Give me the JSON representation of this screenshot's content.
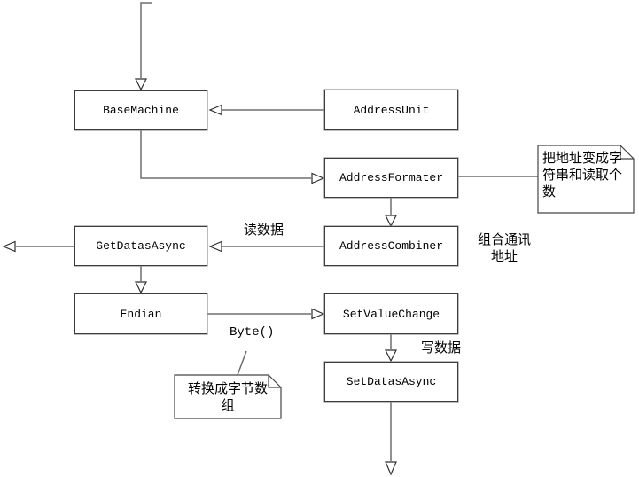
{
  "diagram": {
    "type": "uml-class-relationship-flow",
    "nodes": [
      {
        "id": "base-machine",
        "label": "BaseMachine"
      },
      {
        "id": "address-unit",
        "label": "AddressUnit"
      },
      {
        "id": "address-formater",
        "label": "AddressFormater"
      },
      {
        "id": "get-datas-async",
        "label": "GetDatasAsync"
      },
      {
        "id": "address-combiner",
        "label": "AddressCombiner"
      },
      {
        "id": "endian",
        "label": "Endian"
      },
      {
        "id": "set-value-change",
        "label": "SetValueChange"
      },
      {
        "id": "set-datas-async",
        "label": "SetDatasAsync"
      }
    ],
    "notes": [
      {
        "id": "note-address-formater",
        "text": "把地址变成字符串和读取个数",
        "attached_to": "AddressFormater"
      },
      {
        "id": "note-byte",
        "text": "转换成字节数组",
        "attached_to": "Byte()"
      }
    ],
    "edge_labels": [
      {
        "id": "read-data",
        "text": "读数据",
        "edge": "AddressCombiner -> GetDatasAsync"
      },
      {
        "id": "combine-address",
        "text": "组合通讯\n地址",
        "edge": "AddressCombiner"
      },
      {
        "id": "byte-call",
        "text": "Byte()",
        "edge": "Endian -> SetValueChange"
      },
      {
        "id": "write-data",
        "text": "写数据",
        "edge": "SetValueChange -> SetDatasAsync"
      }
    ],
    "edges": [
      {
        "from": "start",
        "to": "BaseMachine",
        "style": "open-arrow"
      },
      {
        "from": "AddressUnit",
        "to": "BaseMachine",
        "style": "open-arrow"
      },
      {
        "from": "BaseMachine",
        "to": "AddressFormater",
        "style": "open-arrow"
      },
      {
        "from": "AddressFormater",
        "to": "AddressCombiner",
        "style": "open-arrow"
      },
      {
        "from": "AddressCombiner",
        "to": "GetDatasAsync",
        "style": "open-arrow"
      },
      {
        "from": "GetDatasAsync",
        "to": "out-left",
        "style": "open-arrow"
      },
      {
        "from": "GetDatasAsync",
        "to": "Endian",
        "style": "open-arrow"
      },
      {
        "from": "Endian",
        "to": "SetValueChange",
        "style": "open-arrow"
      },
      {
        "from": "SetValueChange",
        "to": "SetDatasAsync",
        "style": "open-arrow"
      },
      {
        "from": "SetDatasAsync",
        "to": "out-bottom",
        "style": "open-arrow"
      }
    ],
    "colors": {
      "background": "#ffffff",
      "line": "#6e6e6e",
      "box_border": "#3c3c3c",
      "arrowhead_fill": "#ffffff",
      "arrowhead_stroke": "#2f2f2f",
      "text": "#000000"
    }
  }
}
